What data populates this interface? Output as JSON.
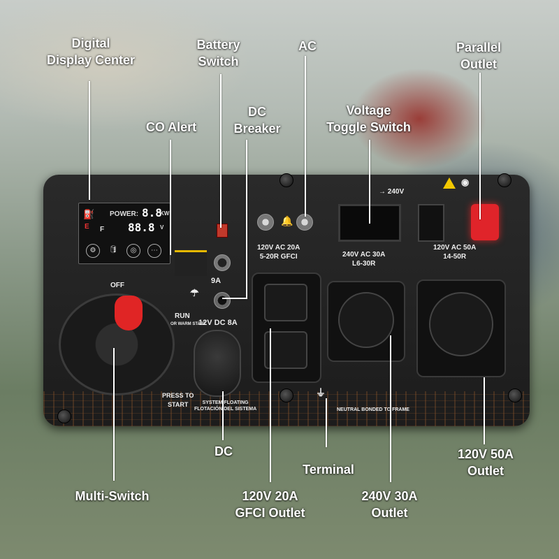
{
  "labels": {
    "digital_display_center": "Digital\nDisplay Center",
    "battery_switch": "Battery\nSwitch",
    "ac": "AC",
    "parallel_outlet": "Parallel\nOutlet",
    "co_alert": "CO Alert",
    "dc_breaker": "DC\nBreaker",
    "voltage_toggle_switch": "Voltage\nToggle Switch",
    "dc_outlet": "DC",
    "grounding_terminal": "Terminal",
    "multi_switch": "Multi-Switch",
    "outlet_120v_20a": "120V 20A\nGFCI Outlet",
    "outlet_240v_30a": "240V 30A\nOutlet",
    "outlet_120v_50a": "120V 50A\nOutlet"
  },
  "panel": {
    "display": {
      "power_label": "POWER:",
      "power_value": "8.8",
      "power_unit": "KW",
      "second_value": "88.8",
      "second_unit": "V",
      "fuel_letter_e": "E",
      "fuel_letter_f": "F"
    },
    "knob": {
      "off_label": "OFF",
      "run_label": "RUN",
      "run_sublabel": "OR WARM START",
      "press_label": "PRESS TO\nSTART"
    },
    "dc_breaker_rating": "9A",
    "dc_outlet_label": "12V DC 8A",
    "system_floating": "SYSTEM FLOATING\nFLOTACIÓN DEL SISTEMA",
    "gfci_label": "120V AC 20A\n5-20R GFCI",
    "l630_label": "240V AC 30A\nL6-30R",
    "label_1450": "120V AC 50A\n14-50R",
    "toggle_label": "→ 240V",
    "neutral_bonded": "NEUTRAL BONDED TO FRAME"
  }
}
